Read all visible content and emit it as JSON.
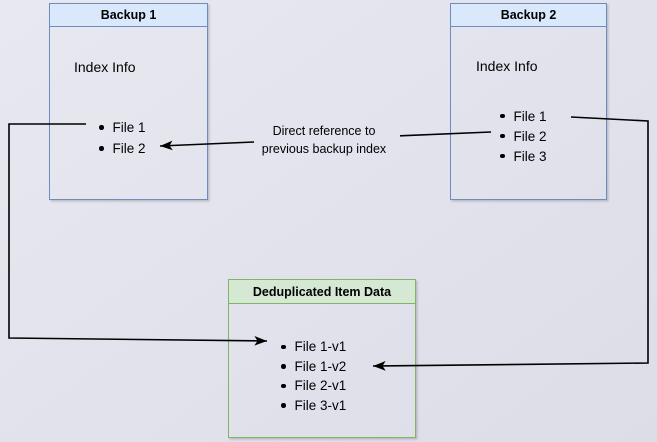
{
  "nodes": {
    "backup1": {
      "title": "Backup 1",
      "subtitle": "Index Info",
      "items": [
        "File 1",
        "File 2"
      ]
    },
    "backup2": {
      "title": "Backup 2",
      "subtitle": "Index Info",
      "items": [
        "File 1",
        "File 2",
        "File 3"
      ]
    },
    "dedup": {
      "title": "Deduplicated Item Data",
      "items": [
        "File 1-v1",
        "File 1-v2",
        "File 2-v1",
        "File 3-v1"
      ]
    }
  },
  "edges": {
    "direct_reference": {
      "label_line1": "Direct reference to",
      "label_line2": "previous backup index",
      "from": "Backup 2 File 2",
      "to": "Backup 1 File 2"
    },
    "backup1_file1_to_dedup": {
      "from": "Backup 1 File 1",
      "to": "File 1-v1"
    },
    "backup2_file1_to_dedup": {
      "from": "Backup 2 File 1",
      "to": "File 1-v2"
    }
  },
  "colors": {
    "backup_box_border": "#6c8ebf",
    "backup_header_fill": "#dae8fc",
    "dedup_box_border": "#82b366",
    "dedup_header_fill": "#d5e8d4",
    "arrow": "#000000",
    "background": "#e3e3ed",
    "text": "#000000"
  }
}
